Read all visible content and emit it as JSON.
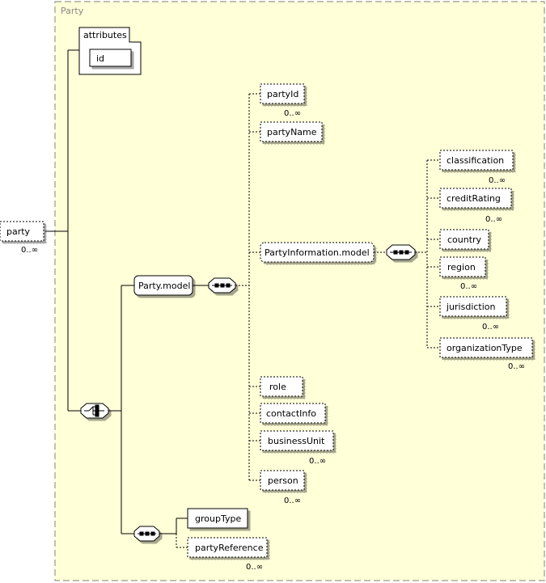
{
  "frame_title": "Party",
  "root": {
    "label": "party",
    "cardinality": "0..∞"
  },
  "attributes": {
    "title": "attributes",
    "items": [
      "id"
    ]
  },
  "party_model": {
    "label": "Party.model"
  },
  "party_info_model": {
    "label": "PartyInformation.model"
  },
  "party_model_children": [
    {
      "label": "partyId",
      "optional": true,
      "cardinality": "0..∞"
    },
    {
      "label": "partyName",
      "optional": true,
      "cardinality": ""
    },
    {
      "label": "role",
      "optional": true,
      "cardinality": ""
    },
    {
      "label": "contactInfo",
      "optional": true,
      "cardinality": ""
    },
    {
      "label": "businessUnit",
      "optional": true,
      "cardinality": "0..∞"
    },
    {
      "label": "person",
      "optional": true,
      "cardinality": "0..∞"
    }
  ],
  "party_info_children": [
    {
      "label": "classification",
      "optional": true,
      "cardinality": "0..∞"
    },
    {
      "label": "creditRating",
      "optional": true,
      "cardinality": "0..∞"
    },
    {
      "label": "country",
      "optional": true,
      "cardinality": ""
    },
    {
      "label": "region",
      "optional": true,
      "cardinality": "0..∞"
    },
    {
      "label": "jurisdiction",
      "optional": true,
      "cardinality": "0..∞"
    },
    {
      "label": "organizationType",
      "optional": true,
      "cardinality": "0..∞"
    }
  ],
  "second_sequence_children": [
    {
      "label": "groupType",
      "optional": false,
      "cardinality": ""
    },
    {
      "label": "partyReference",
      "optional": true,
      "cardinality": "0..∞"
    }
  ],
  "colors": {
    "frame_fill": "#ffffd8",
    "frame_border": "#9a9a88",
    "box_border": "#000000",
    "line": "#000000",
    "text": "#000000",
    "title_text": "#888888"
  }
}
